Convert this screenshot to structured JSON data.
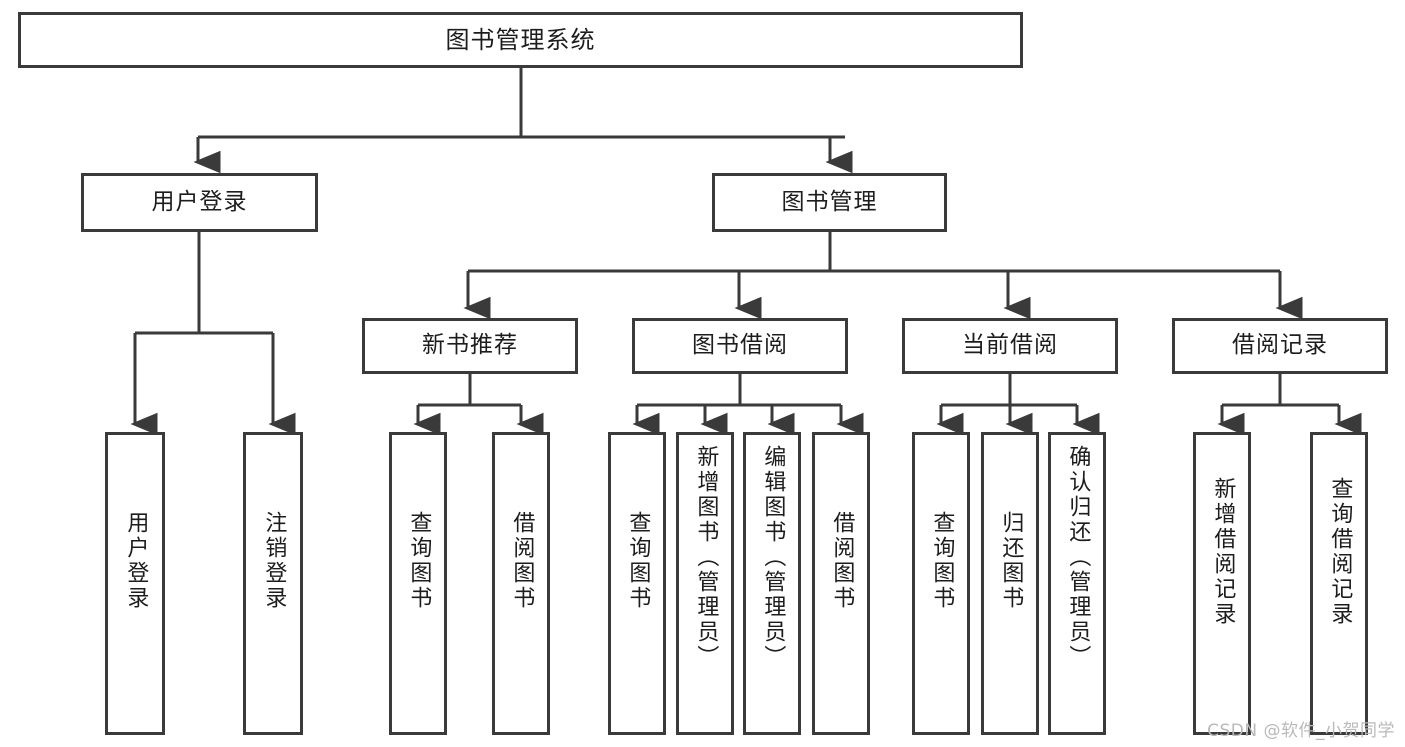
{
  "diagram": {
    "type": "tree-hierarchy",
    "title": "图书管理系统",
    "root": {
      "label": "图书管理系统"
    },
    "level2": [
      {
        "label": "用户登录"
      },
      {
        "label": "图书管理"
      }
    ],
    "level3": [
      {
        "label": "新书推荐"
      },
      {
        "label": "图书借阅"
      },
      {
        "label": "当前借阅"
      },
      {
        "label": "借阅记录"
      }
    ],
    "leaves": {
      "user_login": [
        "用户登录",
        "注销登录"
      ],
      "new_book_recommend": [
        "查询图书",
        "借阅图书"
      ],
      "book_borrow": [
        "查询图书",
        "新增图书（管理员）",
        "编辑图书（管理员）",
        "借阅图书"
      ],
      "current_borrow": [
        "查询图书",
        "归还图书",
        "确认归还（管理员）"
      ],
      "borrow_record": [
        "新增借阅记录",
        "查询借阅记录"
      ]
    }
  },
  "watermark": {
    "text": "CSDN @软件_小贺同学"
  },
  "colors": {
    "stroke": "#3a3a3a",
    "text": "#1d1d1d",
    "background": "#ffffff",
    "watermark": "#b9b9b9"
  }
}
